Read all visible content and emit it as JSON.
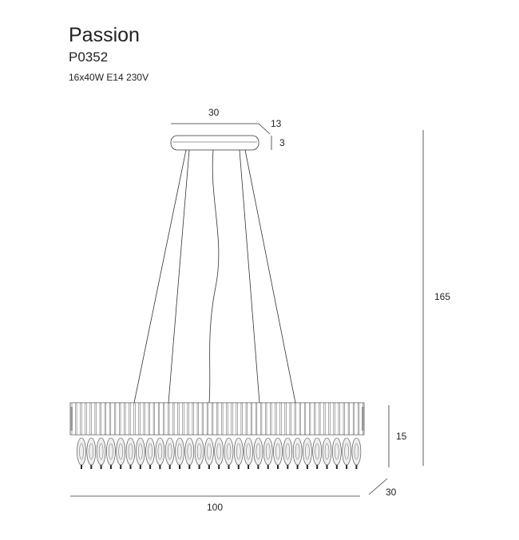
{
  "product": {
    "name": "Passion",
    "code": "P0352",
    "spec": "16x40W  E14  230V"
  },
  "dimensions": {
    "canopy_diameter": "30",
    "canopy_offset": "13",
    "canopy_height": "3",
    "total_height": "165",
    "shade_height": "15",
    "shade_depth": "30",
    "shade_width": "100"
  },
  "colors": {
    "line": "#333333",
    "text": "#222222"
  }
}
